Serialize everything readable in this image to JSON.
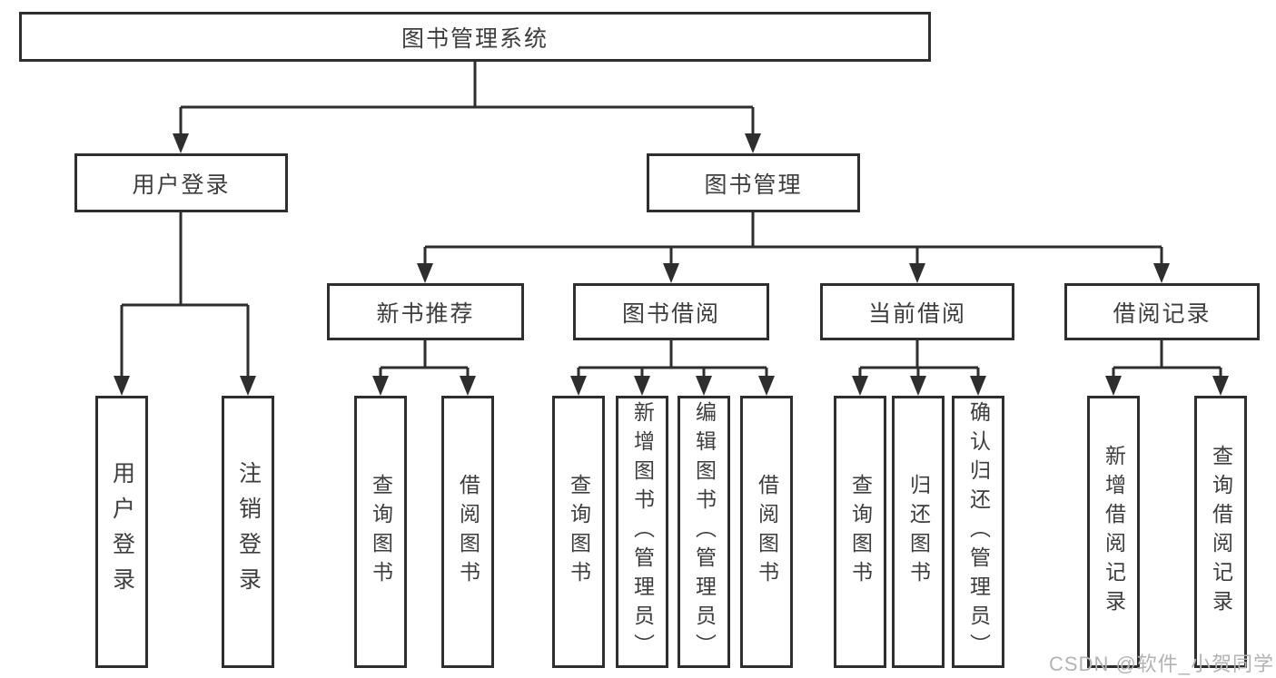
{
  "nodes": {
    "root": "图书管理系统",
    "level2": [
      "用户登录",
      "图书管理"
    ],
    "level3": [
      "新书推荐",
      "图书借阅",
      "当前借阅",
      "借阅记录"
    ],
    "leaves": {
      "login": [
        "用户登录",
        "注销登录"
      ],
      "new_books": [
        "查询图书",
        "借阅图书"
      ],
      "borrow": [
        "查询图书",
        "新增图书（管理员）",
        "编辑图书（管理员）",
        "借阅图书"
      ],
      "current": [
        "查询图书",
        "归还图书",
        "确认归还（管理员）"
      ],
      "records": [
        "新增借阅记录",
        "查询借阅记录"
      ]
    }
  },
  "watermark": "CSDN @软件_小贺同学",
  "colors": {
    "line": "#2e2e2e",
    "text": "#3d3d3d",
    "watermark": "#b3b3b3",
    "background": "#ffffff"
  }
}
